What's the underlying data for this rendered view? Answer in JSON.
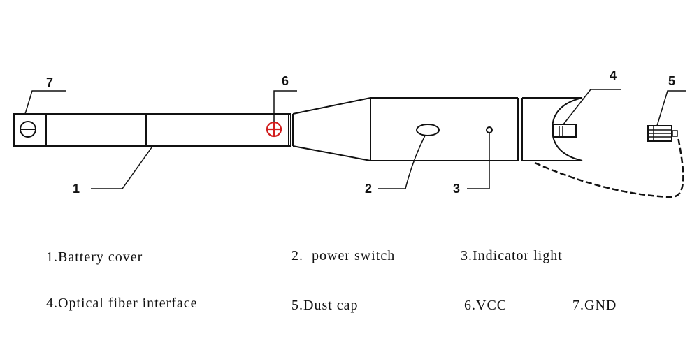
{
  "callouts": [
    "1",
    "2",
    "3",
    "4",
    "5",
    "6",
    "7"
  ],
  "legend": [
    "1.Battery cover",
    "2.  power switch",
    "3.Indicator light",
    "4.Optical fiber interface",
    "5.Dust cap",
    "6.VCC",
    "7.GND"
  ],
  "colors": {
    "line": "#111111",
    "vcc_symbol": "#d21e1e",
    "background": "#ffffff"
  },
  "icons": [
    "gnd-symbol-icon",
    "vcc-plus-icon",
    "dust-cap-icon",
    "fiber-connector-icon"
  ]
}
